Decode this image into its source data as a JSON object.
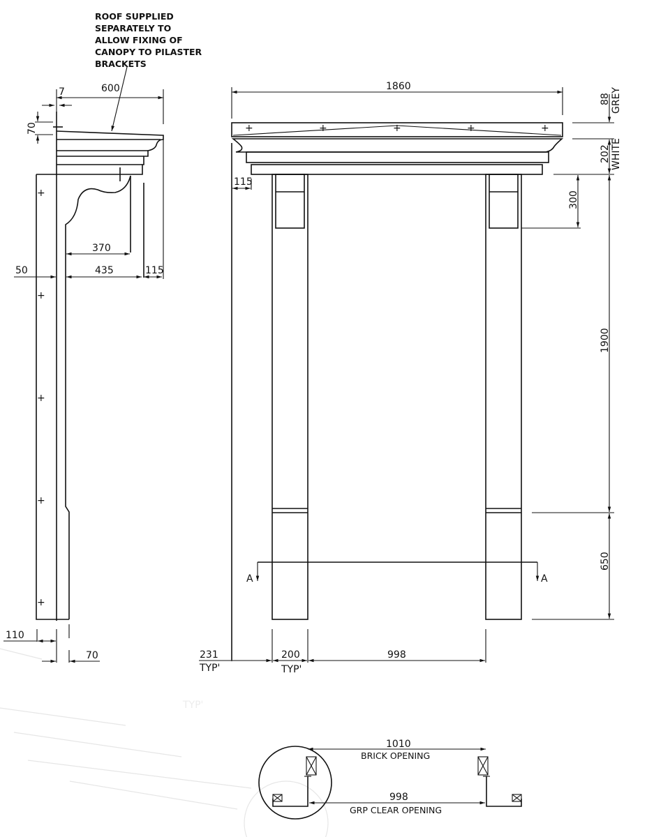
{
  "side_elevation": {
    "note_lines": [
      "ROOF SUPPLIED",
      "SEPARATELY TO",
      "ALLOW FIXING OF",
      "CANOPY TO PILASTER",
      "BRACKETS"
    ],
    "dims": {
      "canopy_projection": "600",
      "roof_offset": "7",
      "roof_thickness": "70",
      "bracket_width": "370",
      "pilaster_to_face": "50",
      "bracket_depth": "435",
      "overhang": "115",
      "base_width": "110",
      "base_step": "70"
    },
    "fixing_marks": 5
  },
  "front_elevation": {
    "dims": {
      "overall_width": "1860",
      "roof_height": "88",
      "roof_finish": "GREY",
      "cornice_height": "202",
      "cornice_finish": "WHITE",
      "overhang": "115",
      "capital_height": "300",
      "pilaster_height": "1900",
      "plinth_height": "650",
      "side_offset": "231",
      "side_offset_note": "TYP'",
      "pilaster_width": "200",
      "pilaster_width_note": "TYP'",
      "clear_opening": "998"
    },
    "section_marker": "A",
    "fixing_marks": 5
  },
  "section_a_a": {
    "brick_opening_value": "1010",
    "brick_opening_label": "BRICK OPENING",
    "clear_opening_value": "998",
    "clear_opening_label": "GRP CLEAR OPENING"
  }
}
